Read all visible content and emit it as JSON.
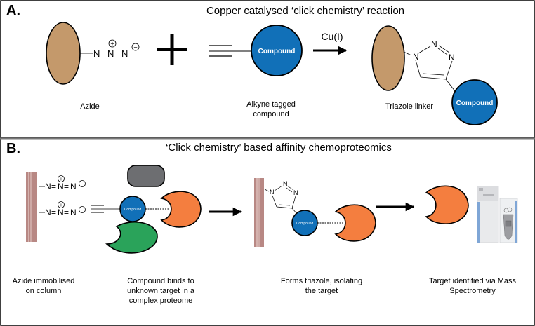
{
  "panel_a": {
    "letter": "A.",
    "title": "Copper catalysed ‘click chemistry’ reaction",
    "azide_label": "Azide",
    "azide_group": {
      "n1": "N",
      "n2": "N",
      "n3": "N",
      "plus": "+",
      "minus": "−"
    },
    "alkyne_label_line1": "Alkyne tagged",
    "alkyne_label_line2": "compound",
    "compound": "Compound",
    "catalyst": "Cu(I)",
    "triazole_label": "Triazole linker",
    "triazole_atoms": [
      "N",
      "N",
      "N"
    ]
  },
  "panel_b": {
    "letter": "B.",
    "title": "‘Click chemistry’ based affinity chemoproteomics",
    "compound": "Compound",
    "azide_group": {
      "n1": "N",
      "n2": "N",
      "n3": "N",
      "plus": "+",
      "minus": "−"
    },
    "triazole_atoms": [
      "N",
      "N",
      "N"
    ],
    "steps": [
      {
        "line1": "Azide immobilised",
        "line2": "on column",
        "line3": ""
      },
      {
        "line1": "Compound binds to",
        "line2": "unknown target in a",
        "line3": "complex proteome"
      },
      {
        "line1": "Forms triazole, isolating",
        "line2": "the target",
        "line3": ""
      },
      {
        "line1": "Target identified via Mass",
        "line2": "Spectrometry",
        "line3": ""
      }
    ]
  },
  "colors": {
    "bead": "#c4996b",
    "compound": "#1170b8",
    "target_orange": "#f47e3f",
    "protein_green": "#2aa35a",
    "protein_grey": "#6d6e71",
    "column": "#b88884"
  }
}
